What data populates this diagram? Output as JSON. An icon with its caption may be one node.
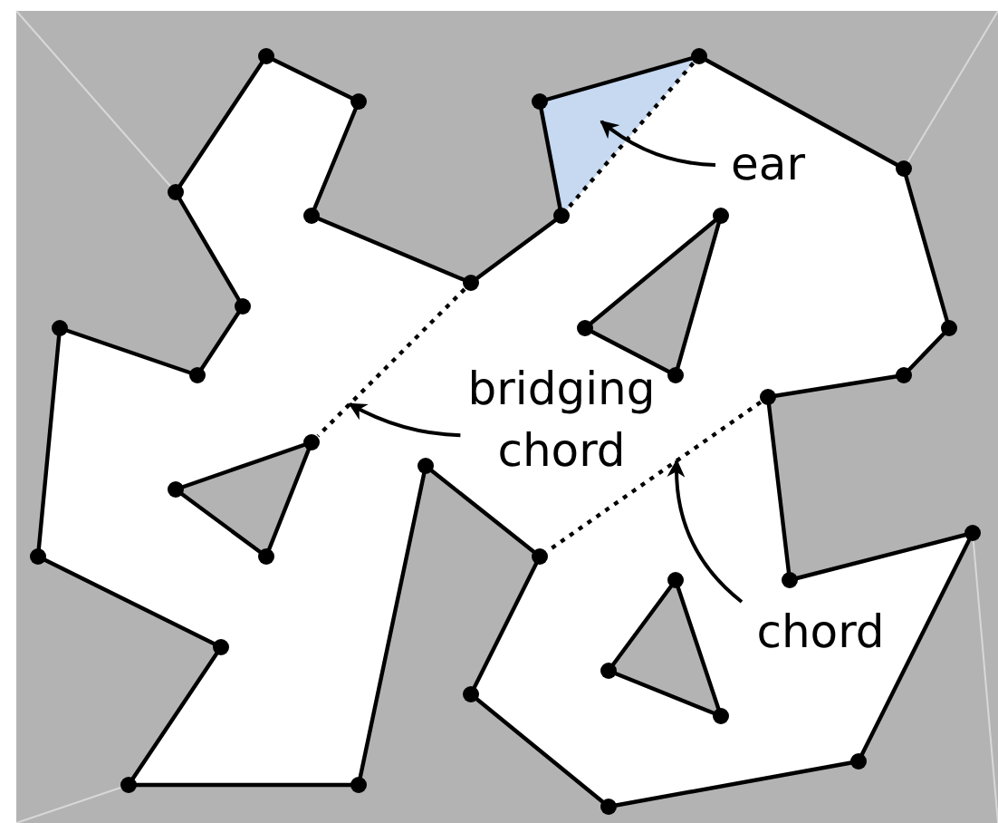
{
  "diagram": {
    "nodes": [
      {
        "text": [
          "ear"
        ]
      },
      {
        "text": [],
        "shape": "triangle"
      },
      {
        "text": [
          "bridging chord"
        ]
      },
      {
        "text": [],
        "shape": "line"
      },
      {
        "text": [
          "chord"
        ]
      },
      {
        "text": [],
        "shape": "line"
      }
    ],
    "edges": [
      {
        "from": 0,
        "to": 1,
        "arrow": "to"
      },
      {
        "from": 2,
        "to": 3,
        "arrow": "to"
      },
      {
        "from": 4,
        "to": 5,
        "arrow": "to"
      }
    ]
  }
}
